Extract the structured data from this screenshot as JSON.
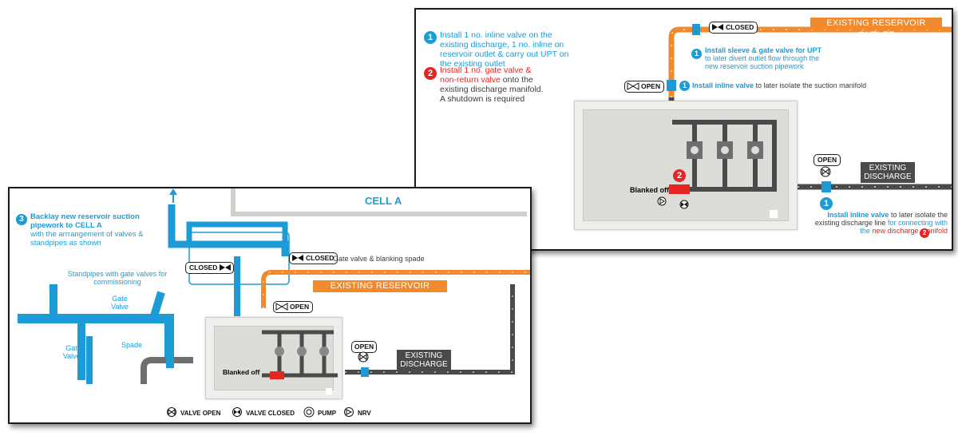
{
  "top_panel": {
    "note1": {
      "number": "1",
      "text": "Install 1 no. inline valve on the existing discharge, 1 no. inline on reservoir outlet & carry out UPT on the existing outlet"
    },
    "note2": {
      "number": "2",
      "text_red": "Install 1 no. gate valve & non-return valve",
      "text_dark": " onto the existing discharge manifold. A shutdown is required"
    },
    "outlet_banner": "EXISTING RESERVOIR OUTLET",
    "closed_tag": "CLOSED",
    "open_tag_left": "OPEN",
    "open_tag_right": "OPEN",
    "sleeve_callout": {
      "number": "1",
      "bold": "Install sleeve & gate valve for UPT",
      "rest": "to later divert outlet flow through the new reservoir suction pipework"
    },
    "inline_callout": {
      "number": "1",
      "bold": "Install inline valve",
      "rest": " to later isolate the suction manifold"
    },
    "blanked_label": "Blanked off",
    "blanked_number": "2",
    "discharge_label": "EXISTING DISCHARGE",
    "discharge_callout": {
      "number": "1",
      "bold": "Install inline valve",
      "dark": " to later isolate the existing discharge line ",
      "blue": "for connecting with the ",
      "red": "new discharge manifold",
      "badge": "2"
    }
  },
  "bottom_panel": {
    "cell_title": "CELL A",
    "note3": {
      "number": "3",
      "bold": "Backlay new reservoir suction pipework to CELL A",
      "rest": "with the arrrangement of valves & standpipes as shown"
    },
    "standpipes_label": "Standpipes with gate valves for commissioning",
    "gate_valve_label": "Gate Valve",
    "gate_valves_label": "Gate Valves",
    "spade_label": "Spade",
    "closed_tag_left": "CLOSED",
    "closed_tag_right": "CLOSED",
    "gate_spade_label": "Gate valve & blanking spade",
    "outlet_banner": "EXISTING RESERVOIR OUTLET",
    "open_tag_outlet": "OPEN",
    "open_tag_discharge": "OPEN",
    "discharge_label": "EXISTING DISCHARGE",
    "blanked_label": "Blanked off",
    "legend": [
      {
        "icon": "valve-open",
        "label": "VALVE OPEN"
      },
      {
        "icon": "valve-closed",
        "label": "VALVE CLOSED"
      },
      {
        "icon": "pump",
        "label": "PUMP"
      },
      {
        "icon": "nrv",
        "label": "NRV"
      }
    ]
  },
  "colors": {
    "blue": "#1c9bd7",
    "orange": "#f08a2c",
    "red": "#e52521",
    "pipe_dark": "#4a4a4a"
  }
}
